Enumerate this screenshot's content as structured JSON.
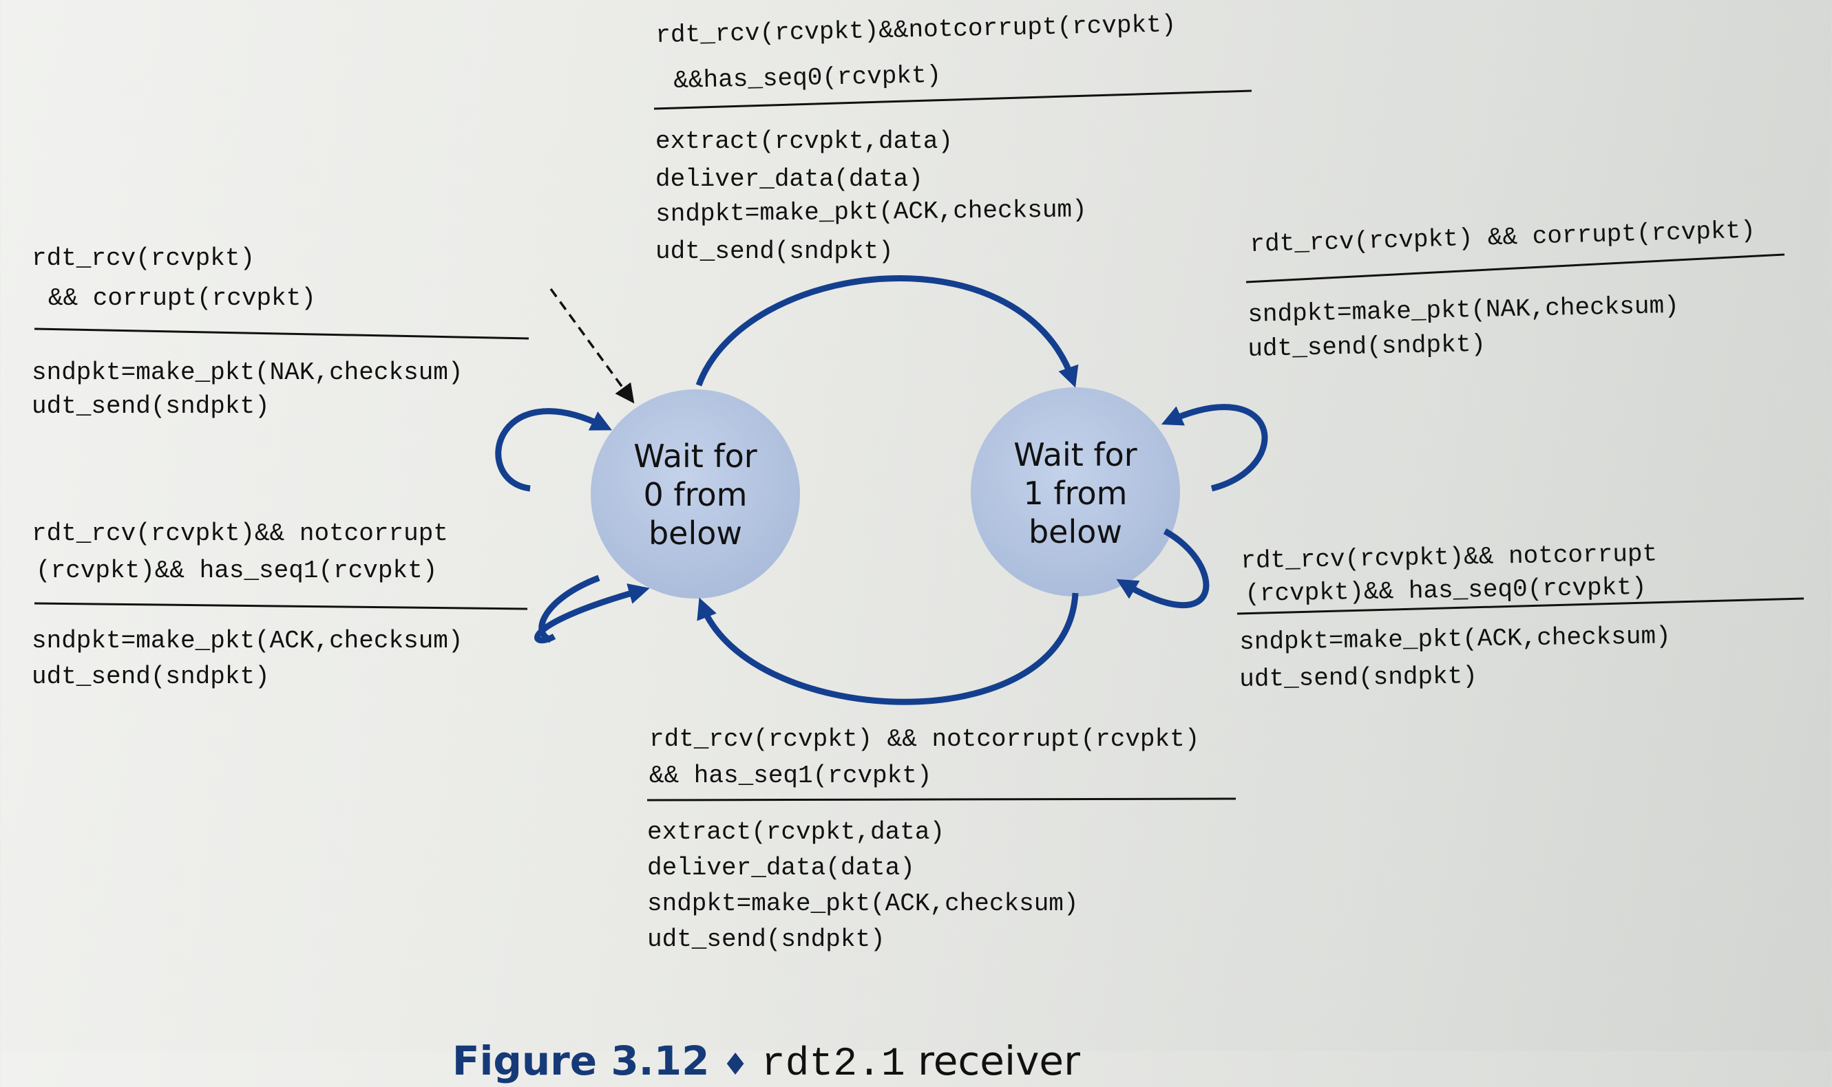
{
  "states": [
    {
      "id": "s0",
      "lines": [
        "Wait for",
        "0 from",
        "below"
      ]
    },
    {
      "id": "s1",
      "lines": [
        "Wait for",
        "1 from",
        "below"
      ]
    }
  ],
  "transitions": {
    "top": {
      "event": [
        "rdt_rcv(rcvpkt)&&notcorrupt(rcvpkt)",
        "&&has_seq0(rcvpkt)"
      ],
      "actions": [
        "extract(rcvpkt,data)",
        "deliver_data(data)",
        "sndpkt=make_pkt(ACK,checksum)",
        "udt_send(sndpkt)"
      ]
    },
    "bottom": {
      "event": [
        "rdt_rcv(rcvpkt) && notcorrupt(rcvpkt)",
        "&& has_seq1(rcvpkt)"
      ],
      "actions": [
        "extract(rcvpkt,data)",
        "deliver_data(data)",
        "sndpkt=make_pkt(ACK,checksum)",
        "udt_send(sndpkt)"
      ]
    },
    "left_upper": {
      "event": [
        "rdt_rcv(rcvpkt)",
        "&& corrupt(rcvpkt)"
      ],
      "actions": [
        "sndpkt=make_pkt(NAK,checksum)",
        "udt_send(sndpkt)"
      ]
    },
    "left_lower": {
      "event": [
        "rdt_rcv(rcvpkt)&& notcorrupt",
        "(rcvpkt)&& has_seq1(rcvpkt)"
      ],
      "actions": [
        "sndpkt=make_pkt(ACK,checksum)",
        "udt_send(sndpkt)"
      ]
    },
    "right_upper": {
      "event": [
        "rdt_rcv(rcvpkt) && corrupt(rcvpkt)"
      ],
      "actions": [
        "sndpkt=make_pkt(NAK,checksum)",
        "udt_send(sndpkt)"
      ]
    },
    "right_lower": {
      "event": [
        "rdt_rcv(rcvpkt)&& notcorrupt",
        "(rcvpkt)&& has_seq0(rcvpkt)"
      ],
      "actions": [
        "sndpkt=make_pkt(ACK,checksum)",
        "udt_send(sndpkt)"
      ]
    }
  },
  "caption": {
    "figure": "Figure 3.12",
    "separator": "♦",
    "code": "rdt2.1",
    "word": "receiver"
  },
  "colors": {
    "state_fill": "#b7c6e1",
    "arrow": "#143f8f",
    "caption_accent": "#163a78"
  }
}
